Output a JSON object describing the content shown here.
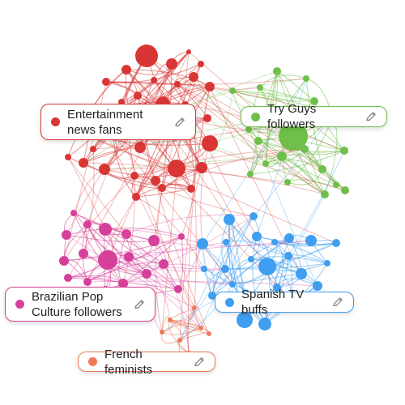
{
  "colors": {
    "entertainment": "#d93535",
    "try_guys": "#6fbf4a",
    "brazilian": "#d6409a",
    "spanish": "#3f9ef0",
    "french": "#ee7a5a"
  },
  "clusters": [
    {
      "id": "ent",
      "label": "Entertainment news fans",
      "color_key": "entertainment",
      "icon": "pencil-icon"
    },
    {
      "id": "try",
      "label": "Try Guys followers",
      "color_key": "try_guys",
      "icon": "pencil-icon"
    },
    {
      "id": "bra",
      "label": "Brazilian Pop Culture followers",
      "color_key": "brazilian",
      "icon": "pencil-icon"
    },
    {
      "id": "spa",
      "label": "Spanish TV buffs",
      "color_key": "spanish",
      "icon": "pencil-icon"
    },
    {
      "id": "fre",
      "label": "French feminists",
      "color_key": "french",
      "icon": "pencil-icon"
    }
  ]
}
